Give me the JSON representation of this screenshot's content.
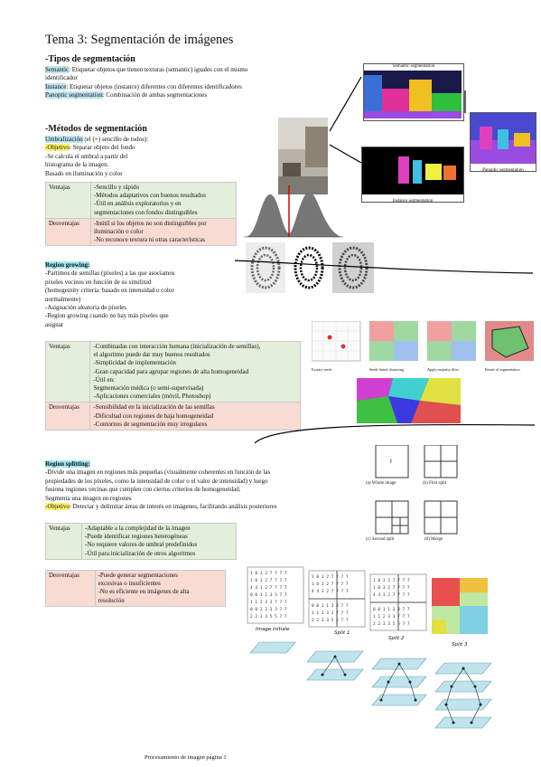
{
  "title": "Tema 3: Segmentación de imágenes",
  "tipos": {
    "heading": "-Tipos de segmentación",
    "semantic_label": "Semantic",
    "semantic_text": ": Etiquetar objetos que tienen texturas (semantic) iguales con el mismo identificador",
    "instance_label": "Instance",
    "instance_text": ": Etiquetar objetos (instance) diferentes con diferentes identificadores",
    "panoptic_label": "Panoptic segmentation",
    "panoptic_text": ": Combinación de ambas segmentaciones"
  },
  "metodos": {
    "heading": "-Métodos de segmentación",
    "umb_label": "Umbralización",
    "umb_text": " (el (+) sencillo de todos):",
    "obj_label": "-Objetivo",
    "obj_text": ": Separar objeto del fondo",
    "line2": "-Se calcula el umbral a partir del",
    "line3": "histograma de la imagen.",
    "line4": "Basado en iluminación y color"
  },
  "umb_table": {
    "ventajas_label": "Ventajas",
    "ventajas": [
      "-Sencillo y rápido",
      "-Métodos adaptativos con buenos resultados",
      "-Útil en análisis exploratorios y en",
      "segmentaciones con fondos distinguibles"
    ],
    "desventajas_label": "Desventajas",
    "desventajas": [
      "-Inútil si los objetos no son distinguibles por",
      "iluminación o color",
      "-No reconoce textura ni otras características"
    ]
  },
  "region_growing": {
    "heading": "Region growing:",
    "lines": [
      "-Partimos de semillas (píxeles) a las que asociamos",
      "píxeles vecinos en función de su similitud",
      "(homogeinity criteria: basado en intensidad o color",
      "normalmente)",
      "-Asignación aleatoria de píxeles",
      "-Region growing cuando no hay más píxeles que",
      "asignar"
    ],
    "img_labels": [
      "Extract seeds",
      "Seeds based clustering",
      "Apply majority filter",
      "Result of segmentation"
    ]
  },
  "rg_table": {
    "ventajas_label": "Ventajas",
    "ventajas": [
      "-Combinadas con interacción humana (inicialización de semillas),",
      "el algoritmo puede dar muy buenos resultados",
      "-Simplicidad de implementación",
      "-Gran capacidad para agrupar regiones de alta homogeneidad",
      "-Útil en:",
      "Segmentación médica (o semi-supervisada)",
      "-Aplicaciones comerciales (móvil, Photoshop)"
    ],
    "desventajas_label": "Desventajas",
    "desventajas": [
      "-Sensibilidad en la inicialización de las semillas",
      "-Dificultad con regiones de baja homogeneidad",
      "-Contornos de segmentación muy irregulares"
    ]
  },
  "region_splitting": {
    "heading": "Region splitting:",
    "lines": [
      "-Divide una imagen en regiones más pequeñas (visualmente coherentes en función de las",
      "propiedades de los píxeles, como la intensidad de color o el valor de intensidad) y luego",
      "fusiona regiones vecinas que cumplen con ciertos criterios de homogeneidad.",
      "Segmenta una imagen en regiones"
    ],
    "obj_label": "-Objetivo",
    "obj_text": ": Detectar y delimitar áreas de interés en imágenes, facilitando análisis posteriores",
    "split_labels": [
      "(a) Whole image",
      "(b) First split",
      "(c) Second split",
      "(d) Merge"
    ],
    "grid_labels": [
      "Image initiale",
      "Split 1",
      "Split 2",
      "Split 3"
    ]
  },
  "rs_table": {
    "ventajas_label": "Ventajas",
    "ventajas": [
      "-Adaptable a la complejidad de la imagen",
      "-Puede identificar regiones heterogéneas",
      "-No requiere valores de umbral predefinidos",
      "-Útil para inicialización de otros algoritmos"
    ],
    "desventajas_label": "Desventajas",
    "desventajas": [
      "-Puede generar segmentaciones",
      "excesivas o insuficientes",
      "-No es eficiente en imágenes de alta",
      "resolución"
    ]
  },
  "seg_diagram": {
    "semantic": "Semantic segmentation",
    "instance": "Instance segmentation",
    "panoptic": "Panoptic segmentation"
  },
  "footer": "Procesamiento de imagen página 1"
}
